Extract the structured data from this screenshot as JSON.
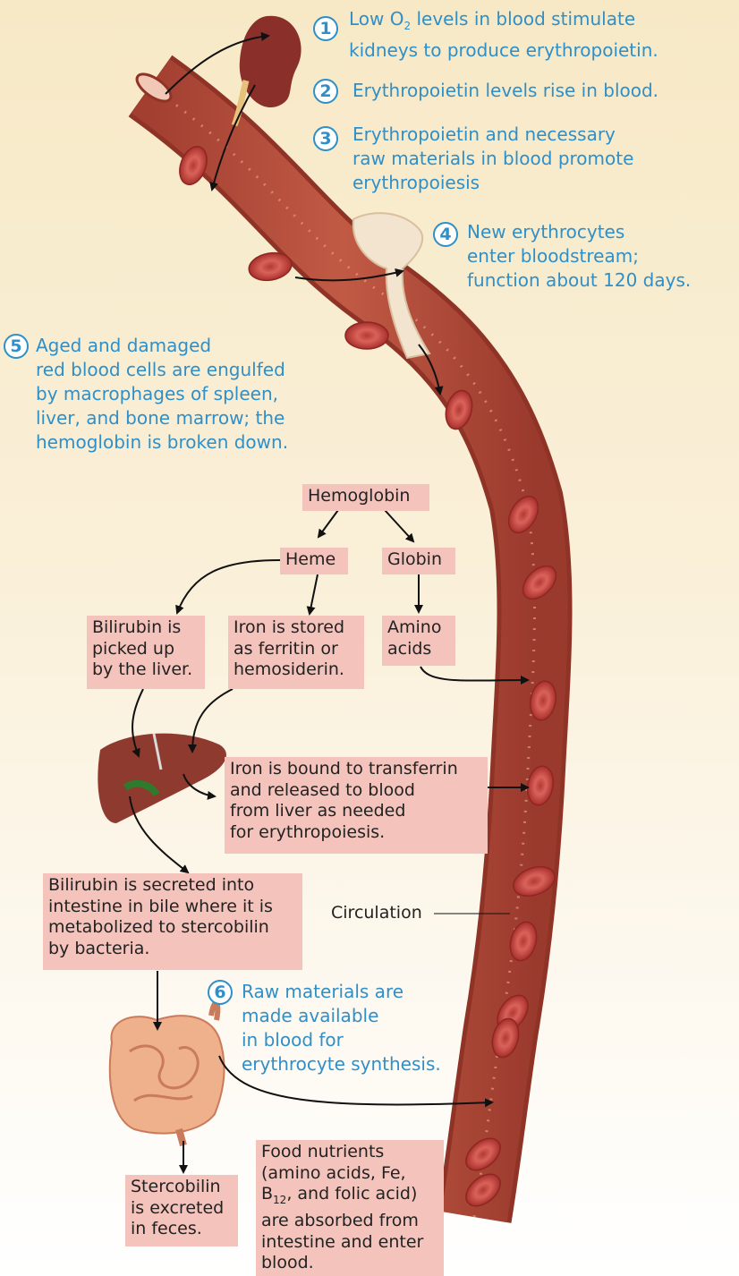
{
  "steps": [
    {
      "num": "1",
      "line1_pre": "Low O",
      "line1_sub": "2",
      "line1_post": " levels in blood stimulate",
      "line2": "kidneys to produce erythropoietin."
    },
    {
      "num": "2",
      "text": "Erythropoietin levels rise in blood."
    },
    {
      "num": "3",
      "line1": "Erythropoietin and necessary",
      "line2": "raw materials in blood promote",
      "line3": "erythropoiesis"
    },
    {
      "num": "4",
      "line1": "New erythrocytes",
      "line2": "enter bloodstream;",
      "line3": "function about 120 days."
    },
    {
      "num": "5",
      "line1": "Aged and damaged",
      "line2": "red blood cells are engulfed",
      "line3": "by macrophages of spleen,",
      "line4": "liver, and bone marrow; the",
      "line5": "hemoglobin is broken down."
    },
    {
      "num": "6",
      "line1": "Raw materials are",
      "line2": "made available",
      "line3": "in blood for",
      "line4": "erythrocyte synthesis."
    }
  ],
  "boxes": {
    "hemoglobin": "Hemoglobin",
    "heme": "Heme",
    "globin": "Globin",
    "bilirubin_liver": [
      "Bilirubin is",
      "picked up",
      "by the liver."
    ],
    "iron_stored": [
      "Iron is stored",
      "as ferritin or",
      "hemosiderin."
    ],
    "amino_acids": [
      "Amino",
      "acids"
    ],
    "iron_bound": [
      "Iron is bound to transferrin",
      "and released to blood",
      "from liver as needed",
      "for erythropoiesis."
    ],
    "bilirubin_secreted": [
      "Bilirubin is secreted into",
      "intestine in bile where it is",
      "metabolized to stercobilin",
      "by bacteria."
    ],
    "stercobilin": [
      "Stercobilin",
      "is excreted",
      "in feces."
    ],
    "food": {
      "line1": "Food nutrients",
      "line2": "(amino acids, Fe,",
      "line3_pre": "B",
      "line3_sub": "12",
      "line3_post": ", and folic acid)",
      "line4": "are absorbed from",
      "line5": "intestine and enter",
      "line6": "blood."
    }
  },
  "labels": {
    "circulation": "Circulation"
  },
  "colors": {
    "step_blue": "#2f8fc8",
    "box_pink": "#f4c4bc",
    "vessel": "#b54a3a",
    "rbc": "#c9473e"
  }
}
